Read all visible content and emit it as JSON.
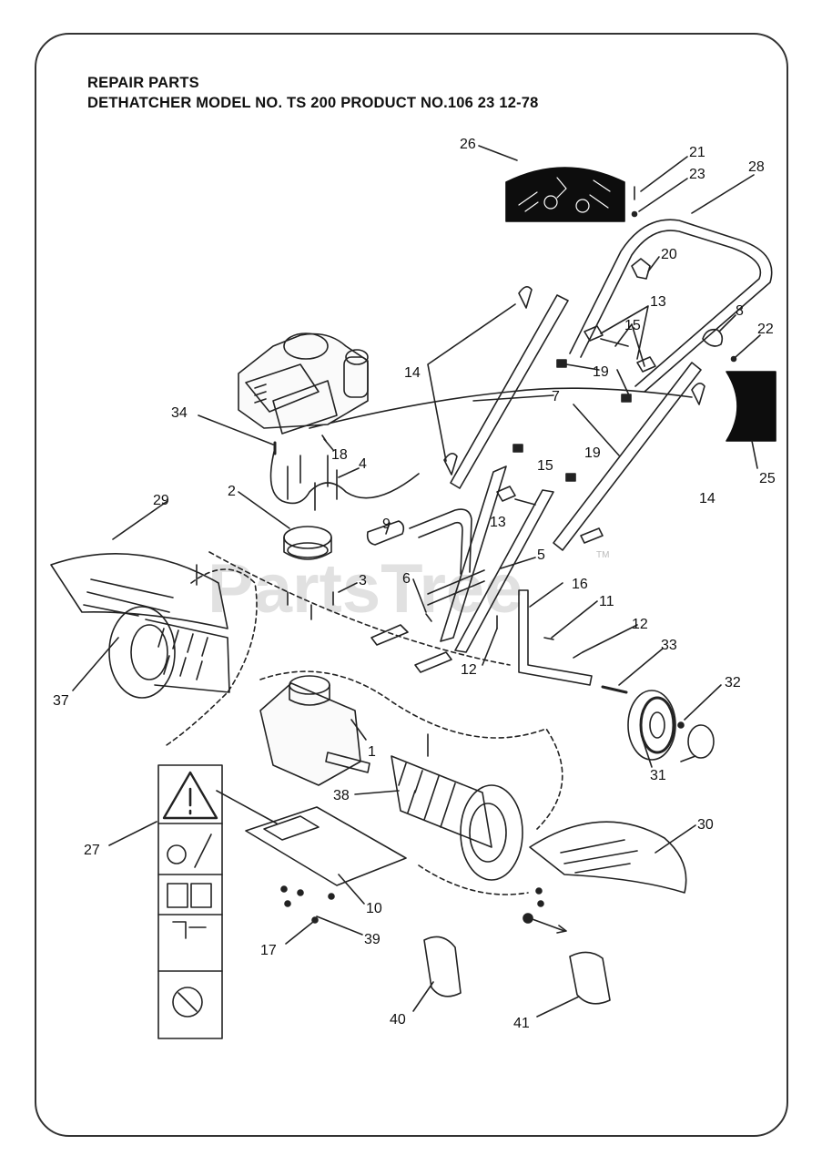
{
  "header": {
    "line1": "REPAIR PARTS",
    "line2": "DETHATCHER MODEL NO. TS 200 PRODUCT NO.106 23 12-78"
  },
  "watermark": {
    "text": "PartsTree",
    "tm": "TM"
  },
  "callouts": [
    "26",
    "21",
    "23",
    "28",
    "20",
    "13",
    "15",
    "8",
    "22",
    "19",
    "14",
    "7",
    "25",
    "34",
    "18",
    "4",
    "29",
    "2",
    "9",
    "6",
    "5",
    "3",
    "16",
    "11",
    "12",
    "33",
    "32",
    "37",
    "1",
    "31",
    "38",
    "30",
    "27",
    "10",
    "17",
    "39",
    "40",
    "41"
  ],
  "colors": {
    "ink": "#111111",
    "decal": "#0d0d0d",
    "line": "#222222",
    "watermark": "#c9c9c9"
  }
}
